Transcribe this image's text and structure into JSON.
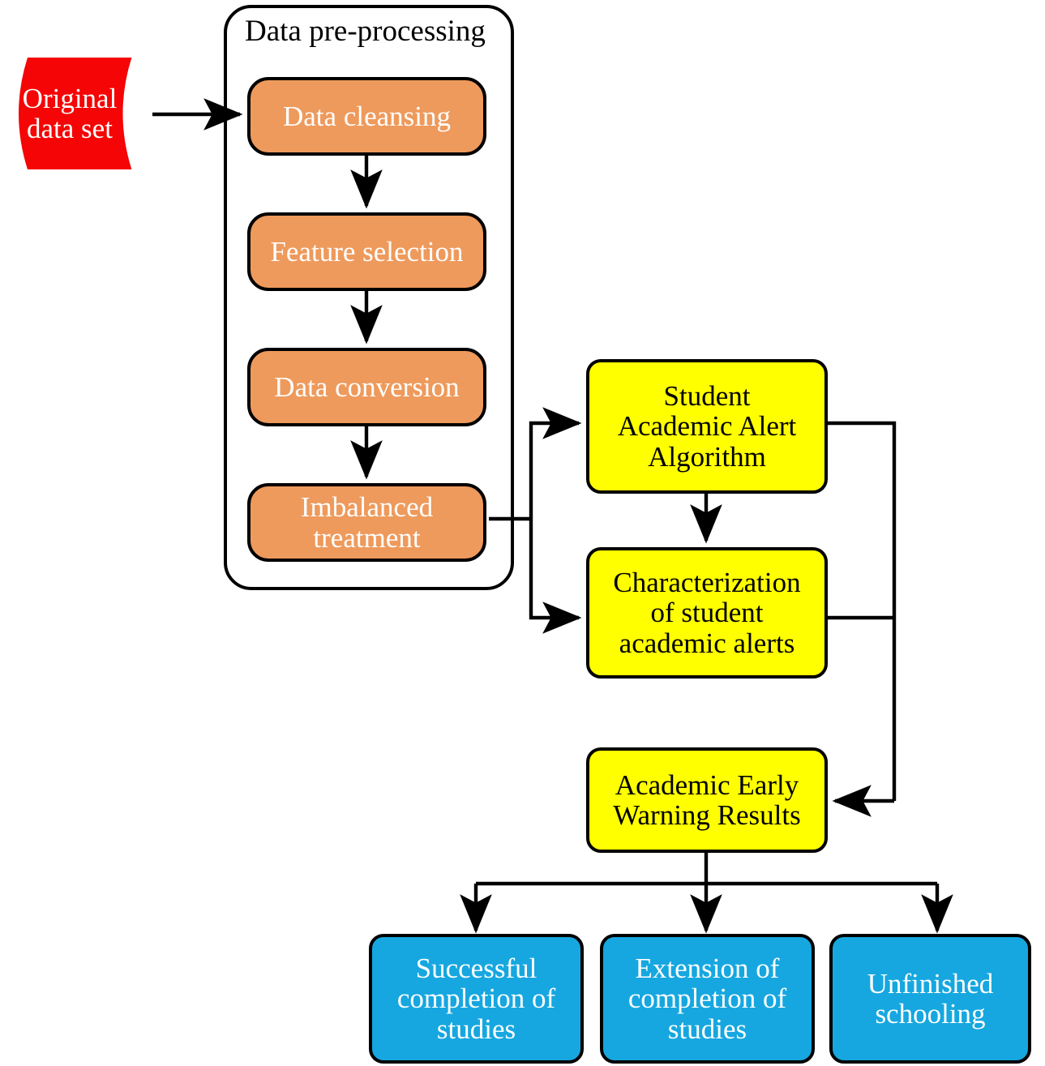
{
  "diagram": {
    "title_visible": false,
    "colors": {
      "source_fill": "#f50505",
      "preprocess_fill": "#ee9a5c",
      "algorithm_fill": "#ffff00",
      "outcome_fill": "#16a7e0",
      "stroke": "#000000",
      "light_text": "#ffffff",
      "dark_text": "#000000",
      "background": "#ffffff"
    },
    "source": {
      "label": "Original\ndata set",
      "shape": "cylinder"
    },
    "group": {
      "label": "Data pre-processing"
    },
    "preprocessing_steps": [
      {
        "label": "Data cleansing"
      },
      {
        "label": "Feature selection"
      },
      {
        "label": "Data conversion"
      },
      {
        "label": "Imbalanced\ntreatment"
      }
    ],
    "algorithm_nodes": [
      {
        "label": "Student\nAcademic Alert\nAlgorithm"
      },
      {
        "label": "Characterization\nof student\nacademic alerts"
      },
      {
        "label": "Academic Early\nWarning Results"
      }
    ],
    "outcomes": [
      {
        "label": "Successful\ncompletion of\nstudies"
      },
      {
        "label": "Extension of\ncompletion of\nstudies"
      },
      {
        "label": "Unfinished\nschooling"
      }
    ],
    "edges": [
      {
        "from": "Original data set",
        "to": "Data cleansing",
        "arrow": true
      },
      {
        "from": "Data cleansing",
        "to": "Feature selection",
        "arrow": true
      },
      {
        "from": "Feature selection",
        "to": "Data conversion",
        "arrow": true
      },
      {
        "from": "Data conversion",
        "to": "Imbalanced treatment",
        "arrow": true
      },
      {
        "from": "Imbalanced treatment",
        "to": "Student Academic Alert Algorithm",
        "arrow": true
      },
      {
        "from": "Imbalanced treatment",
        "to": "Characterization of student academic alerts",
        "arrow": true
      },
      {
        "from": "Student Academic Alert Algorithm",
        "to": "Characterization of student academic alerts",
        "arrow": true
      },
      {
        "from": "Student Academic Alert Algorithm",
        "to": "Academic Early Warning Results",
        "arrow": true
      },
      {
        "from": "Characterization of student academic alerts",
        "to": "Academic Early Warning Results",
        "arrow": true
      },
      {
        "from": "Academic Early Warning Results",
        "to": "Successful completion of studies",
        "arrow": true
      },
      {
        "from": "Academic Early Warning Results",
        "to": "Extension of completion of studies",
        "arrow": true
      },
      {
        "from": "Academic Early Warning Results",
        "to": "Unfinished schooling",
        "arrow": true
      }
    ]
  }
}
